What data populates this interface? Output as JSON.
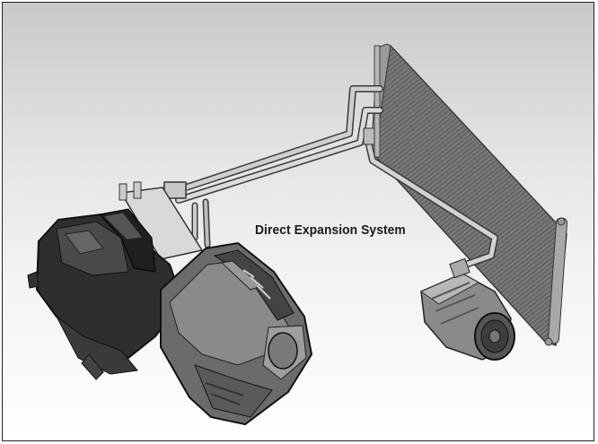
{
  "diagram": {
    "caption": "Direct Expansion System",
    "components": [
      "hvac-module",
      "refrigerant-lines",
      "condenser",
      "compressor"
    ]
  },
  "colors": {
    "border": "#222222",
    "text": "#1a1a1a"
  }
}
